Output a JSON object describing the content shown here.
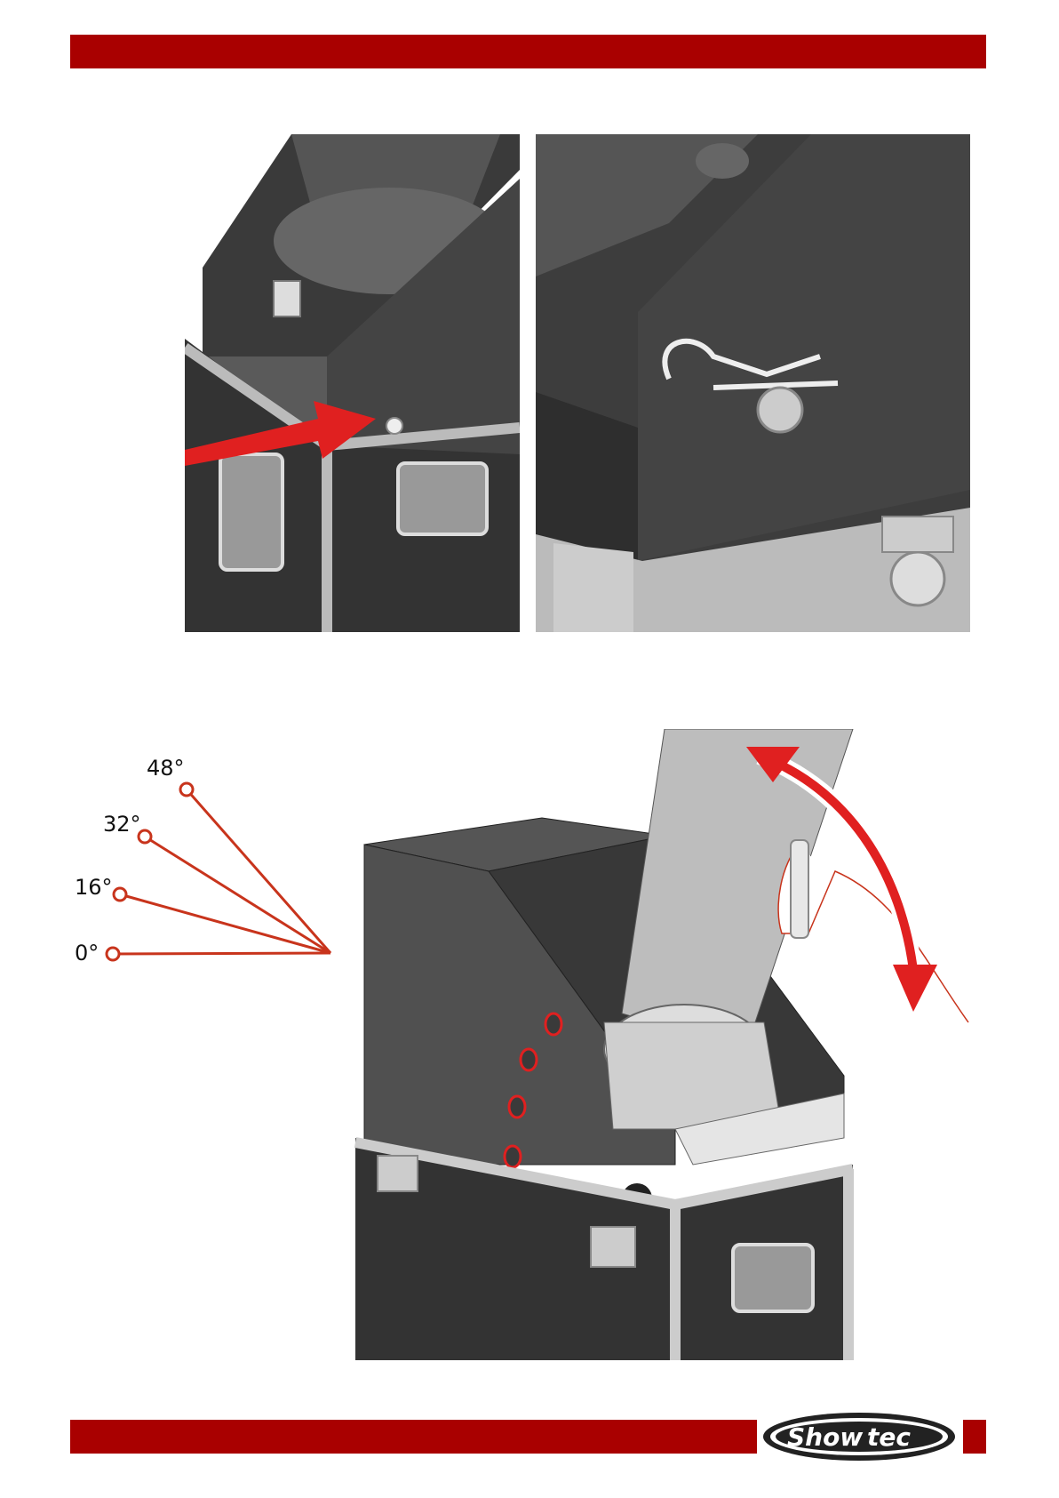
{
  "brand": {
    "logo_text_left": "Show",
    "logo_text_right": "tec",
    "accent_color": "#a90000"
  },
  "angles": [
    "48°",
    "32°",
    "16°",
    "0°"
  ],
  "illustrations": [
    {
      "id": "insert-pin",
      "icon": "r-clip-insert-illustration"
    },
    {
      "id": "pin-secured",
      "icon": "r-clip-secured-illustration"
    },
    {
      "id": "tilt-adjust",
      "icon": "tilt-angle-illustration"
    }
  ]
}
